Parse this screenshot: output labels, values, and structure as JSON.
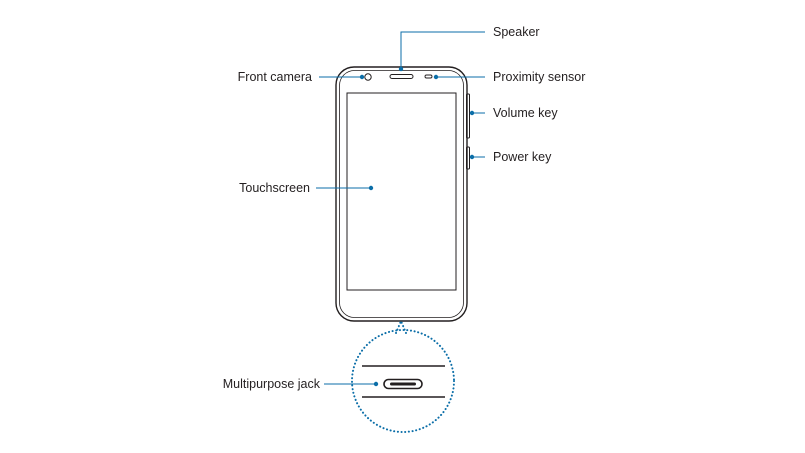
{
  "labels": {
    "speaker": "Speaker",
    "front_camera": "Front camera",
    "proximity_sensor": "Proximity sensor",
    "volume_key": "Volume key",
    "power_key": "Power key",
    "touchscreen": "Touchscreen",
    "multipurpose_jack": "Multipurpose jack"
  },
  "colors": {
    "outline": "#231f20",
    "callout": "#0b6ea8",
    "background": "#ffffff"
  }
}
